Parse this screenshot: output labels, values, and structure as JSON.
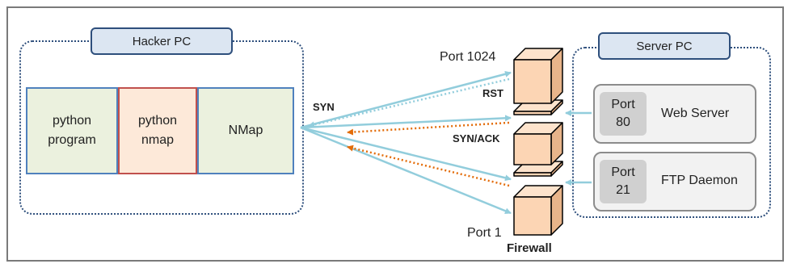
{
  "hacker_pc": {
    "title": "Hacker PC",
    "python_program": "python\nprogram",
    "python_nmap": "python\nnmap",
    "nmap": "NMap"
  },
  "server_pc": {
    "title": "Server PC",
    "web_port": "Port\n80",
    "web_label": "Web Server",
    "ftp_port": "Port\n21",
    "ftp_label": "FTP Daemon"
  },
  "firewall": {
    "label": "Firewall",
    "port_top": "Port 1024",
    "port_bottom": "Port 1"
  },
  "signals": {
    "syn": "SYN",
    "rst": "RST",
    "synack": "SYN/ACK"
  },
  "colors": {
    "syn_arrow": "#92cddc",
    "synack_arrow": "#e36c09",
    "firewall_fill": "#fcd5b4",
    "firewall_stroke": "#000000"
  }
}
